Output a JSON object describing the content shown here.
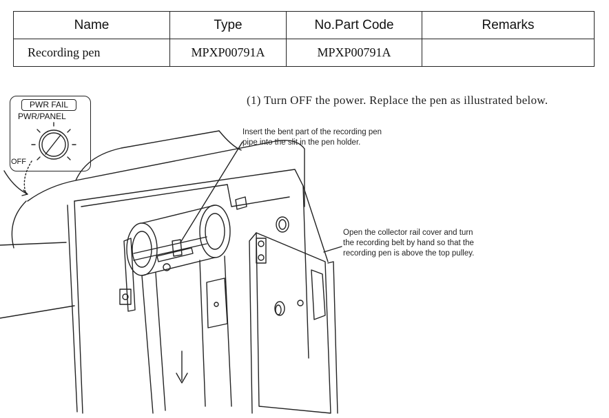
{
  "table": {
    "headers": [
      "Name",
      "Type",
      "No.Part Code",
      "Remarks"
    ],
    "rows": [
      [
        "Recording pen",
        "MPXP00791A",
        "MPXP00791A",
        ""
      ]
    ]
  },
  "step": "(1)  Turn OFF the power. Replace the pen as illustrated below.",
  "switch_panel": {
    "fail_label": "PWR FAIL",
    "panel_label": "PWR/PANEL",
    "off_label": "OFF"
  },
  "callout_top": {
    "line1": "Insert the bent part of the recording pen",
    "line2": "pipe into the slit in the pen holder."
  },
  "callout_right": {
    "line1": "Open the collector rail cover and turn",
    "line2": "the recording belt by hand so that the",
    "line3": "recording pen is above the top pulley."
  }
}
